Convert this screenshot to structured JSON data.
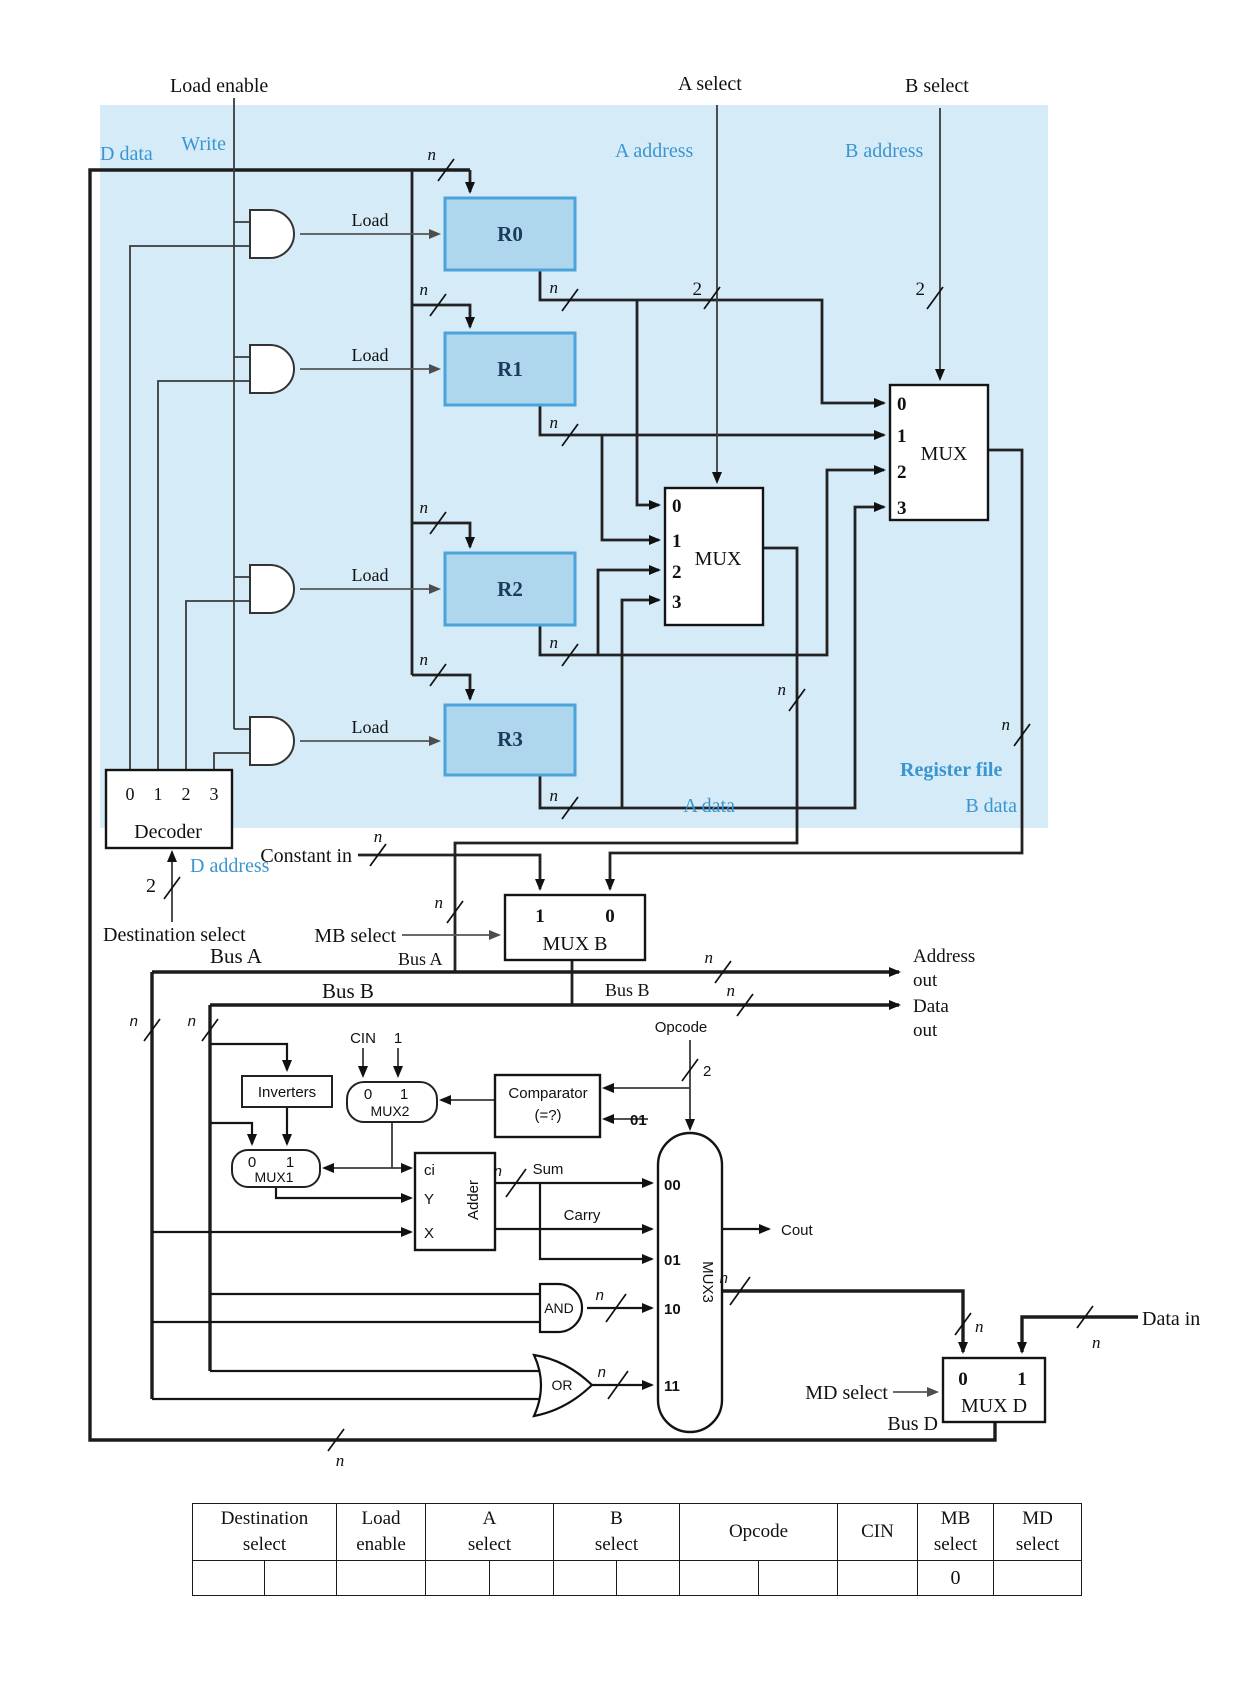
{
  "d": {
    "top": {
      "load_enable": "Load enable",
      "a_select": "A select",
      "b_select": "B select"
    },
    "rf": {
      "write": "Write",
      "d_data": "D data",
      "a_address": "A address",
      "b_address": "B address",
      "title": "Register file",
      "a_data": "A data",
      "b_data": "B data",
      "load": "Load",
      "registers": [
        "R0",
        "R1",
        "R2",
        "R3"
      ],
      "decoder": "Decoder",
      "dec_outputs": [
        "0",
        "1",
        "2",
        "3"
      ],
      "d_address": "D address",
      "dest_select": "Destination select",
      "two": "2",
      "mux": "MUX",
      "mux_inputs": [
        "0",
        "1",
        "2",
        "3"
      ]
    },
    "mid": {
      "constant_in": "Constant in",
      "mb_select": "MB select",
      "mux_b": "MUX B",
      "one": "1",
      "zero": "0",
      "bus_a": "Bus A",
      "bus_b": "Bus B",
      "address": "Address",
      "data": "Data",
      "out": "out"
    },
    "alu": {
      "inverters": "Inverters",
      "cin": "CIN",
      "one": "1",
      "zero": "0",
      "mux1": "MUX1",
      "mux2": "MUX2",
      "comparator": "Comparator",
      "eq": "(=?)",
      "opcode": "Opcode",
      "two": "2",
      "eq_code": "01",
      "ci": "ci",
      "y": "Y",
      "x": "X",
      "adder": "Adder",
      "sum": "Sum",
      "carry": "Carry",
      "cout": "Cout",
      "and": "AND",
      "or": "OR",
      "mux3": "MUX3",
      "m_in": [
        "00",
        "01",
        "10",
        "11"
      ]
    },
    "out": {
      "mux_d": "MUX D",
      "zero": "0",
      "one": "1",
      "md_select": "MD select",
      "bus_d": "Bus D",
      "data_in": "Data in"
    },
    "n": "n"
  },
  "table": {
    "columns": [
      {
        "l1": "Destination",
        "l2": "select"
      },
      {
        "l1": "Load",
        "l2": "enable"
      },
      {
        "l1": "A",
        "l2": "select"
      },
      {
        "l1": "B",
        "l2": "select"
      },
      {
        "l1": "Opcode",
        "l2": ""
      },
      {
        "l1": "CIN",
        "l2": ""
      },
      {
        "l1": "MB",
        "l2": "select"
      },
      {
        "l1": "MD",
        "l2": "select"
      }
    ],
    "cells": [
      "",
      "",
      "",
      "",
      "",
      "",
      "",
      "",
      "",
      "",
      "0",
      ""
    ]
  }
}
